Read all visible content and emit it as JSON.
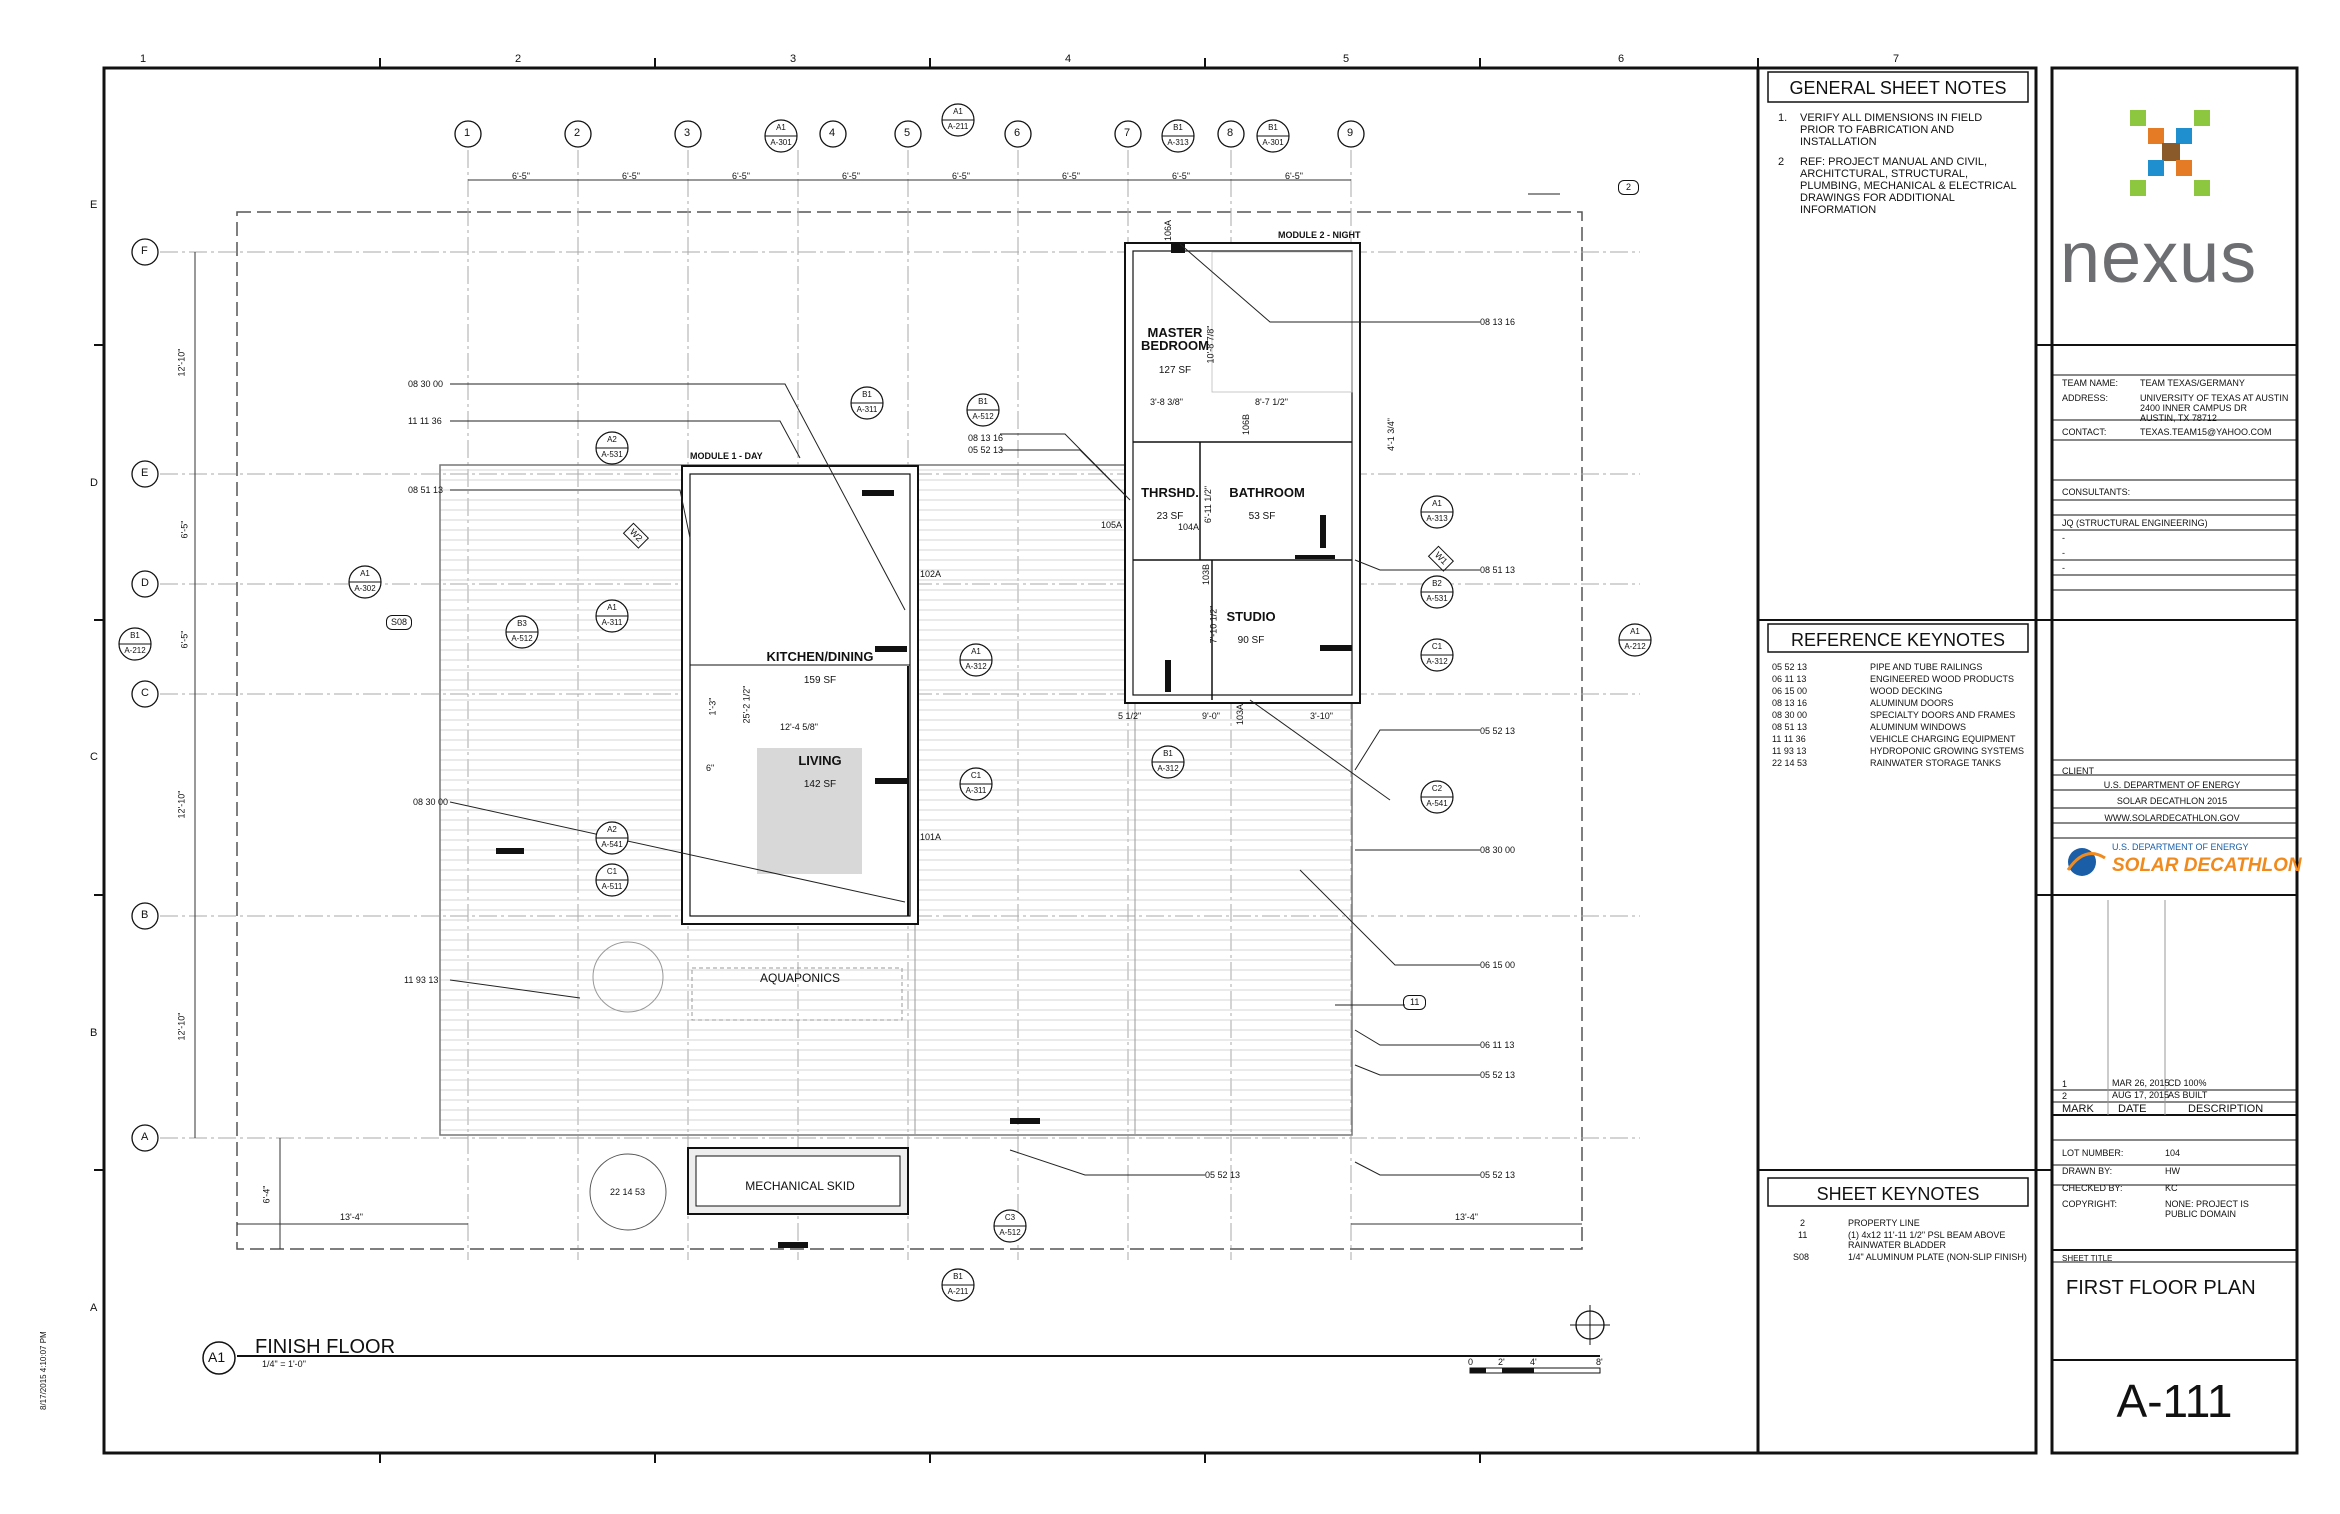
{
  "drawing": {
    "view_number": "A1",
    "view_title": "FINISH FLOOR",
    "scale": "1/4\" = 1'-0\"",
    "timestamp": "8/17/2015 4:10:07 PM",
    "border_columns": [
      "1",
      "2",
      "3",
      "4",
      "5",
      "6",
      "7"
    ],
    "border_rows": [
      "E",
      "D",
      "C",
      "B",
      "A"
    ],
    "grid_columns": [
      "1",
      "2",
      "3",
      "4",
      "5",
      "6",
      "7",
      "8",
      "9"
    ],
    "grid_rows": [
      "F",
      "E",
      "D",
      "C",
      "B",
      "A"
    ],
    "top_dims": [
      "6'-5\"",
      "6'-5\"",
      "6'-5\"",
      "6'-5\"",
      "6'-5\"",
      "6'-5\"",
      "6'-5\"",
      "6'-5\""
    ],
    "left_dims": [
      "12'-10\"",
      "6'-5\"",
      "6'-5\"",
      "12'-10\"",
      "12'-10\""
    ],
    "bottom_dims": [
      "13'-4\"",
      "13'-4\"",
      "6'-4\""
    ],
    "modules": {
      "day": "MODULE 1 - DAY",
      "night": "MODULE 2 - NIGHT"
    },
    "rooms": [
      {
        "name": "MASTER BEDROOM",
        "area": "127 SF"
      },
      {
        "name": "THRSHD.",
        "area": "23 SF"
      },
      {
        "name": "BATHROOM",
        "area": "53 SF"
      },
      {
        "name": "STUDIO",
        "area": "90 SF"
      },
      {
        "name": "KITCHEN/DINING",
        "area": "159 SF"
      },
      {
        "name": "LIVING",
        "area": "142 SF"
      },
      {
        "name": "AQUAPONICS",
        "area": ""
      },
      {
        "name": "MECHANICAL SKID",
        "area": ""
      }
    ],
    "room_tags": [
      "106A",
      "106B",
      "105A",
      "104A",
      "103B",
      "103A",
      "102A",
      "101A"
    ],
    "interior_dims": [
      "3'-8 3/8\"",
      "8'-7 1/2\"",
      "10'-8 7/8\"",
      "4'-1 3/4\"",
      "6'-11 1/2\"",
      "7'-10 1/2\"",
      "5 1/2\"",
      "9'-0\"",
      "3'-10\"",
      "12'-4 5/8\"",
      "25'-2 1/2\"",
      "6\"",
      "1'-3\""
    ],
    "left_keynotes": [
      "08 30 00",
      "11 11 36",
      "08 51 13",
      "08 30 00",
      "11 93 13"
    ],
    "right_keynotes": [
      "08 13 16",
      "08 51 13",
      "05 52 13",
      "08 30 00",
      "06 15 00",
      "06 11 13",
      "05 52 13",
      "05 52 13",
      "05 52 13"
    ],
    "mid_keynotes": [
      "08 13 16",
      "05 52 13"
    ],
    "tank_label": "22 14 53",
    "section_markers": [
      {
        "top": "A1",
        "bot": "A-301"
      },
      {
        "top": "A1",
        "bot": "A-211"
      },
      {
        "top": "B1",
        "bot": "A-313"
      },
      {
        "top": "B1",
        "bot": "A-301"
      },
      {
        "top": "B1",
        "bot": "A-311"
      },
      {
        "top": "B1",
        "bot": "A-512"
      },
      {
        "top": "A1",
        "bot": "A-302"
      },
      {
        "top": "B1",
        "bot": "A-212"
      },
      {
        "top": "B3",
        "bot": "A-512"
      },
      {
        "top": "A1",
        "bot": "A-311"
      },
      {
        "top": "A1",
        "bot": "A-312"
      },
      {
        "top": "C1",
        "bot": "A-311"
      },
      {
        "top": "A1",
        "bot": "A-313"
      },
      {
        "top": "B2",
        "bot": "A-531"
      },
      {
        "top": "C1",
        "bot": "A-312"
      },
      {
        "top": "A1",
        "bot": "A-212"
      },
      {
        "top": "B1",
        "bot": "A-312"
      },
      {
        "top": "C2",
        "bot": "A-541"
      },
      {
        "top": "C3",
        "bot": "A-512"
      },
      {
        "top": "B1",
        "bot": "A-211"
      }
    ],
    "detail_markers": [
      {
        "top": "A2",
        "bot": "A-531"
      },
      {
        "top": "A2",
        "bot": "A-541"
      },
      {
        "top": "C1",
        "bot": "A-511"
      }
    ],
    "window_tags": [
      "W2",
      "W1"
    ],
    "hex_tags": [
      "S08",
      "2",
      "11"
    ],
    "scale_bar": [
      "0",
      "2'",
      "4'",
      "8'"
    ]
  },
  "general_notes": {
    "title": "GENERAL SHEET NOTES",
    "items": [
      {
        "num": "1.",
        "lines": [
          "VERIFY ALL DIMENSIONS IN FIELD",
          "PRIOR TO FABRICATION AND",
          "INSTALLATION"
        ]
      },
      {
        "num": "2",
        "lines": [
          "REF: PROJECT MANUAL AND CIVIL,",
          "ARCHITCTURAL, STRUCTURAL,",
          "PLUMBING, MECHANICAL & ELECTRICAL",
          "DRAWINGS FOR ADDITIONAL",
          "INFORMATION"
        ]
      }
    ]
  },
  "reference_keynotes": {
    "title": "REFERENCE KEYNOTES",
    "items": [
      {
        "code": "05 52 13",
        "desc": "PIPE AND TUBE RAILINGS"
      },
      {
        "code": "06 11 13",
        "desc": "ENGINEERED WOOD PRODUCTS"
      },
      {
        "code": "06 15 00",
        "desc": "WOOD DECKING"
      },
      {
        "code": "08 13 16",
        "desc": "ALUMINUM DOORS"
      },
      {
        "code": "08 30 00",
        "desc": "SPECIALTY DOORS AND FRAMES"
      },
      {
        "code": "08 51 13",
        "desc": "ALUMINUM WINDOWS"
      },
      {
        "code": "11 11 36",
        "desc": "VEHICLE CHARGING EQUIPMENT"
      },
      {
        "code": "11 93 13",
        "desc": "HYDROPONIC GROWING SYSTEMS"
      },
      {
        "code": "22 14 53",
        "desc": "RAINWATER STORAGE TANKS"
      }
    ]
  },
  "sheet_keynotes": {
    "title": "SHEET KEYNOTES",
    "items": [
      {
        "code": "2",
        "lines": [
          "PROPERTY LINE"
        ]
      },
      {
        "code": "11",
        "lines": [
          "(1) 4x12 11'-11 1/2\" PSL BEAM ABOVE",
          "RAINWATER BLADDER"
        ]
      },
      {
        "code": "S08",
        "lines": [
          "1/4\" ALUMINUM PLATE (NON-SLIP FINISH)"
        ]
      }
    ]
  },
  "title_block": {
    "logo_text": "nexus",
    "team_name_label": "TEAM NAME:",
    "team_name": "TEAM TEXAS/GERMANY",
    "address_label": "ADDRESS:",
    "address_lines": [
      "UNIVERSITY OF TEXAS AT AUSTIN",
      "2400 INNER CAMPUS DR",
      "AUSTIN, TX 78712"
    ],
    "contact_label": "CONTACT:",
    "contact": "TEXAS.TEAM15@YAHOO.COM",
    "consultants_label": "CONSULTANTS:",
    "consultant": "JQ (STRUCTURAL ENGINEERING)",
    "consultant_blanks": [
      "-",
      "-",
      "-"
    ],
    "client_label": "CLIENT",
    "client_lines": [
      "U.S. DEPARTMENT OF ENERGY",
      "SOLAR DECATHLON 2015",
      "WWW.SOLARDECATHLON.GOV"
    ],
    "sd_top": "U.S. DEPARTMENT OF ENERGY",
    "sd_name": "SOLAR DECATHLON",
    "revisions": [
      {
        "mark": "1",
        "date": "MAR 26, 2015",
        "desc": "CD 100%"
      },
      {
        "mark": "2",
        "date": "AUG 17, 2015",
        "desc": "AS BUILT"
      }
    ],
    "rev_headers": {
      "mark": "MARK",
      "date": "DATE",
      "desc": "DESCRIPTION"
    },
    "lot_label": "LOT NUMBER:",
    "lot": "104",
    "drawn_label": "DRAWN BY:",
    "drawn": "HW",
    "checked_label": "CHECKED BY:",
    "checked": "KC",
    "copyright_label": "COPYRIGHT:",
    "copyright_lines": [
      "NONE: PROJECT IS",
      "PUBLIC DOMAIN"
    ],
    "sheet_title_label": "SHEET TITLE",
    "sheet_title": "FIRST FLOOR PLAN",
    "sheet_number": "A-111"
  },
  "colors": {
    "ink": "#111111",
    "gray": "#9a9a9a",
    "light": "#cfcfcf",
    "living_fill": "#d8d8d8",
    "logo_orange": "#e57b25",
    "logo_green": "#8dc63f",
    "logo_blue": "#1f8fd0",
    "logo_brown": "#8b5a2b",
    "logo_text": "#6d6e71",
    "sd_blue": "#1a5ea8",
    "sd_orange": "#f08a1c"
  }
}
